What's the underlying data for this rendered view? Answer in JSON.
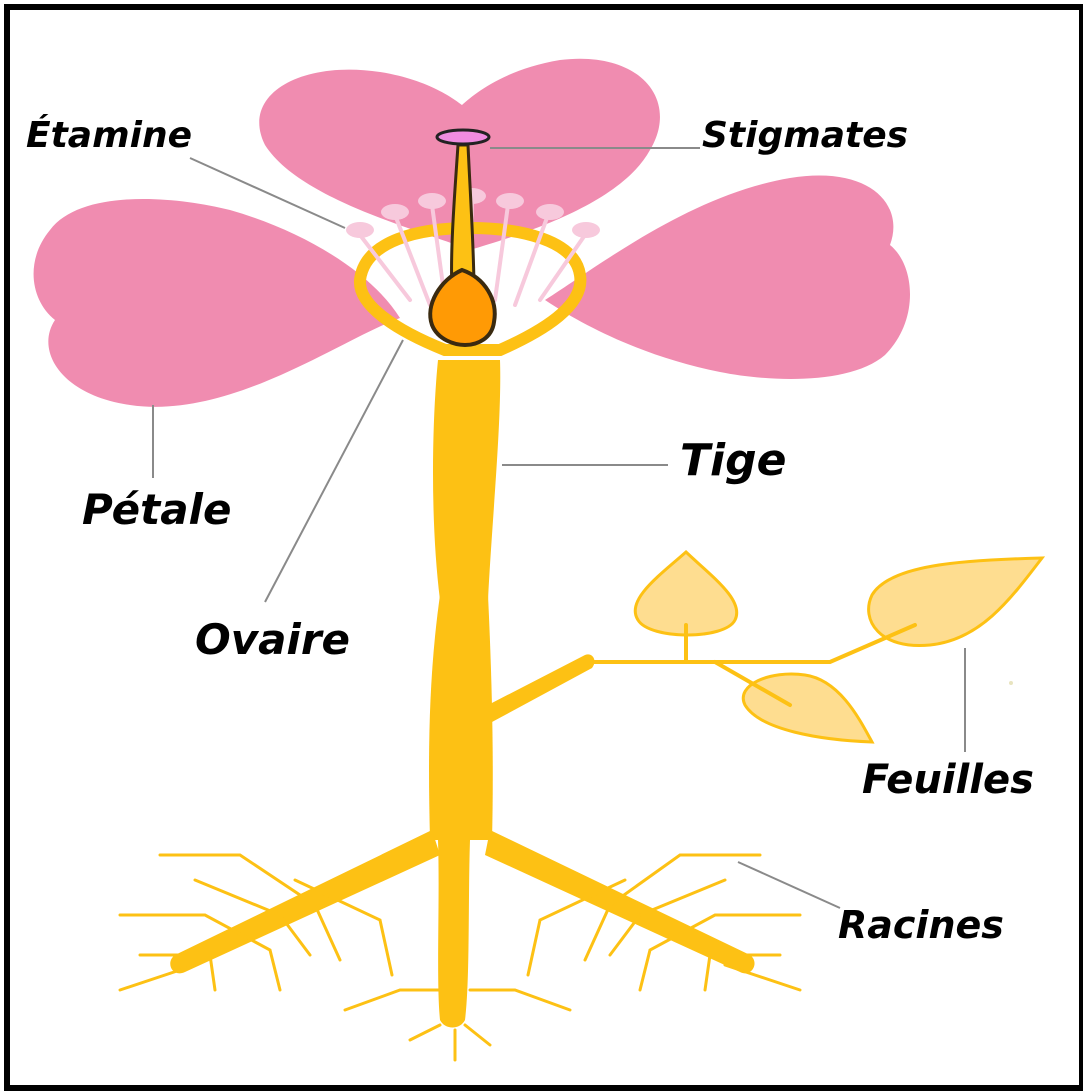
{
  "diagram": {
    "colors": {
      "petal": "#f08cb0",
      "stem": "#fdc114",
      "leaf_fill": "#fedd90",
      "ovary": "#ff9a05",
      "stigma": "#f08ce0",
      "stamen": "#f7c9dc",
      "leader_line": "#8a8a8a",
      "frame": "#000000"
    },
    "labels": {
      "etamine": "Étamine",
      "stigmates": "Stigmates",
      "petale": "Pétale",
      "tige": "Tige",
      "ovaire": "Ovaire",
      "feuilles": "Feuilles",
      "racines": "Racines"
    }
  }
}
